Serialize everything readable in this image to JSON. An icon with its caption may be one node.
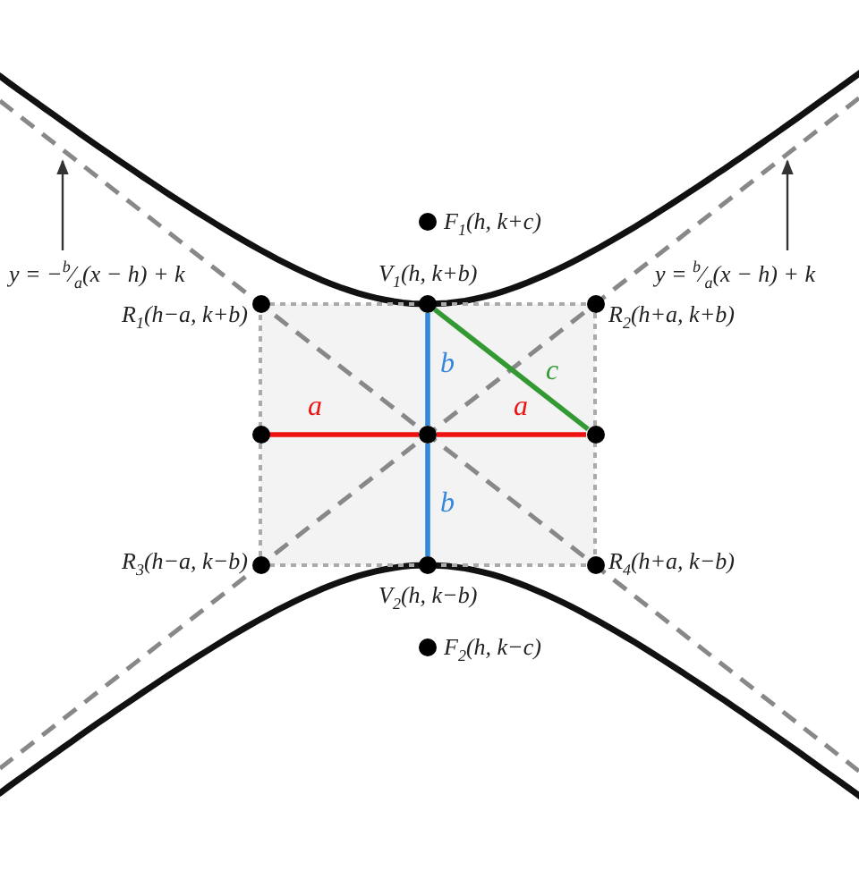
{
  "diagram": {
    "nodes": [
      {
        "text": [],
        "shape": "circle",
        "beside": [
          "R$_{1}$(h−a, k+b)"
        ]
      },
      {
        "text": [],
        "shape": "circle",
        "beside": [
          "V$_{1}$(h, k+b)"
        ]
      },
      {
        "text": [],
        "shape": "circle",
        "beside": [
          "R$_{2}$(h+a, k+b)"
        ]
      },
      {
        "text": [],
        "shape": "circle"
      },
      {
        "text": [],
        "shape": "circle"
      },
      {
        "text": [],
        "shape": "circle"
      },
      {
        "text": [],
        "shape": "circle",
        "beside": [
          "R$_{3}$(h−a, k−b)"
        ]
      },
      {
        "text": [],
        "shape": "circle",
        "beside": [
          "V$_{2}$(h, k−b)"
        ]
      },
      {
        "text": [],
        "shape": "circle",
        "beside": [
          "R$_{4}$(h+a, k−b)"
        ]
      },
      {
        "text": [],
        "shape": "circle",
        "beside": [
          "F$_{1}$(h, k+c)"
        ]
      },
      {
        "text": [],
        "shape": "circle",
        "beside": [
          "F$_{2}$(h, k−c)"
        ]
      },
      {
        "text": [
          "y = −$^{b}$⁄$_{a}$(x − h) + k"
        ]
      },
      {
        "text": [
          "y = $^{b}$⁄$_{a}$(x − h) + k"
        ]
      }
    ],
    "edges": [
      {
        "from": 0,
        "to": 2,
        "arrow": "none",
        "style": "dashed",
        "color": "#aaaaaa"
      },
      {
        "from": 2,
        "to": 8,
        "arrow": "none",
        "style": "dashed",
        "color": "#aaaaaa"
      },
      {
        "from": 8,
        "to": 6,
        "arrow": "none",
        "style": "dashed",
        "color": "#aaaaaa"
      },
      {
        "from": 6,
        "to": 0,
        "arrow": "none",
        "style": "dashed",
        "color": "#aaaaaa"
      },
      {
        "from": 3,
        "to": 4,
        "label": "a",
        "arrow": "none",
        "color": "#ee1111"
      },
      {
        "from": 4,
        "to": 5,
        "label": "a",
        "arrow": "none",
        "color": "#ee1111"
      },
      {
        "from": 1,
        "to": 4,
        "label": "b",
        "arrow": "none",
        "color": "#3388dd"
      },
      {
        "from": 4,
        "to": 7,
        "label": "b",
        "arrow": "none",
        "color": "#3388dd"
      },
      {
        "from": 1,
        "to": 5,
        "label": "c",
        "arrow": "none",
        "color": "#339933"
      },
      {
        "from": 11,
        "to": null,
        "arrow": "to",
        "color": "#333333"
      },
      {
        "from": 12,
        "to": null,
        "arrow": "to",
        "color": "#333333"
      }
    ]
  }
}
